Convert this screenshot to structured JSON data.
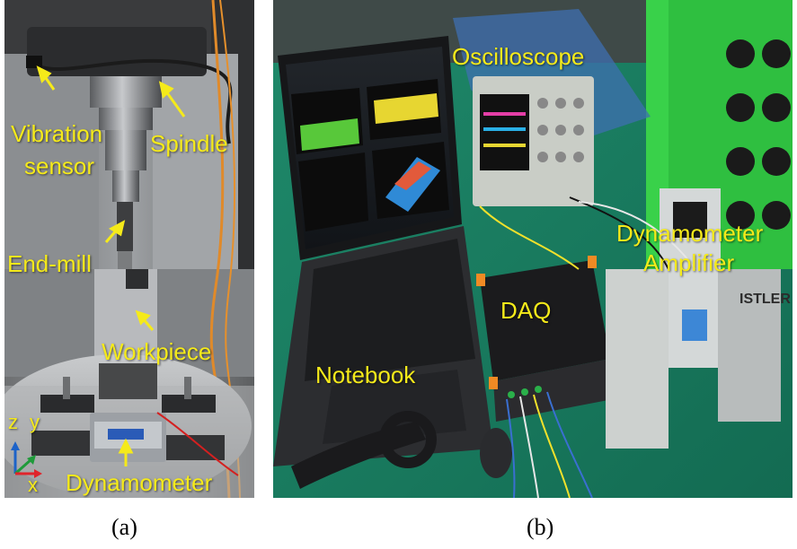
{
  "panel_a": {
    "labels": {
      "vibration_sensor_line1": "Vibration",
      "vibration_sensor_line2": "sensor",
      "spindle": "Spindle",
      "end_mill": "End-mill",
      "workpiece": "Workpiece",
      "dynamometer": "Dynamometer"
    },
    "axes": {
      "z": "z",
      "y": "y",
      "x": "x"
    },
    "caption": "(a)"
  },
  "panel_b": {
    "labels": {
      "oscilloscope": "Oscilloscope",
      "dynamometer_amplifier_line1": "Dynamometer",
      "dynamometer_amplifier_line2": "Amplifier",
      "daq": "DAQ",
      "notebook": "Notebook"
    },
    "amplifier_brand_fragment": "ISTLER",
    "caption": "(b)"
  },
  "colors": {
    "label_yellow": "#f5ea1a",
    "arrow_yellow": "#f5ea1a",
    "axis_red": "#e0232b",
    "axis_green": "#1f9a3a",
    "axis_blue": "#1d63c8"
  }
}
